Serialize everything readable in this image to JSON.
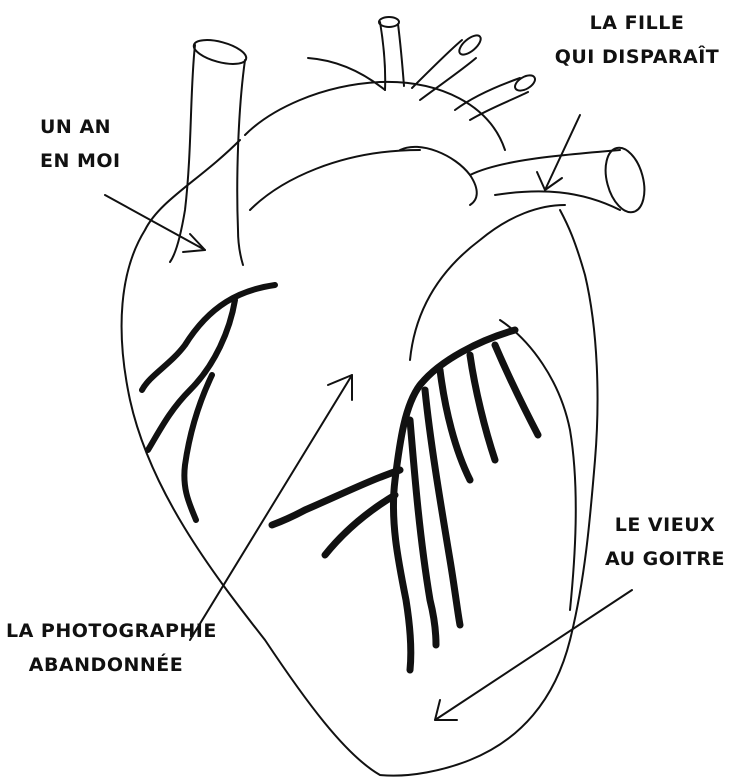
{
  "labels": {
    "un_an": {
      "line1": "UN AN",
      "line2": "EN MOI"
    },
    "fille": {
      "line1": "LA FILLE",
      "line2": "QUI DISPARAÎT"
    },
    "photo": {
      "line1": "LA PHOTOGRAPHIE",
      "line2": "ABANDONNÉE"
    },
    "vieux": {
      "line1": "LE VIEUX",
      "line2": "AU GOITRE"
    }
  },
  "colors": {
    "ink": "#111111",
    "background": "#ffffff"
  },
  "icons": [
    "heart-drawing",
    "arrow"
  ]
}
